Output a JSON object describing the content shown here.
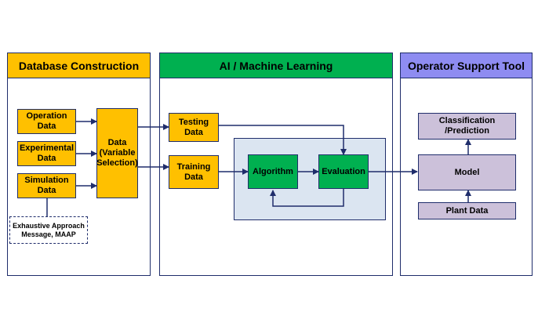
{
  "panels": {
    "database": {
      "title": "Database Construction",
      "header_color": "#ffc000"
    },
    "ml": {
      "title": "AI / Machine Learning",
      "header_color": "#00b050"
    },
    "operator": {
      "title": "Operator Support Tool",
      "header_color": "#8e8cf1"
    }
  },
  "boxes": {
    "operation_data": "Operation\nData",
    "experimental_data": "Experimental\nData",
    "simulation_data": "Simulation\nData",
    "data_variable_selection": "Data\n(Variable\nSelection)",
    "maap": "Exhaustive Approach\nMessage, MAAP",
    "testing_data": "Testing\nData",
    "training_data": "Training\nData",
    "algorithm": "Algorithm",
    "evaluation": "Evaluation",
    "classification_prediction": "Classification\n/Prediction",
    "model": "Model",
    "plant_data": "Plant Data"
  },
  "colors": {
    "orange": "#ffc000",
    "green": "#00b050",
    "lavender": "#ccc1da",
    "eval_background": "#dbe5f1",
    "line": "#1f2d6b"
  }
}
